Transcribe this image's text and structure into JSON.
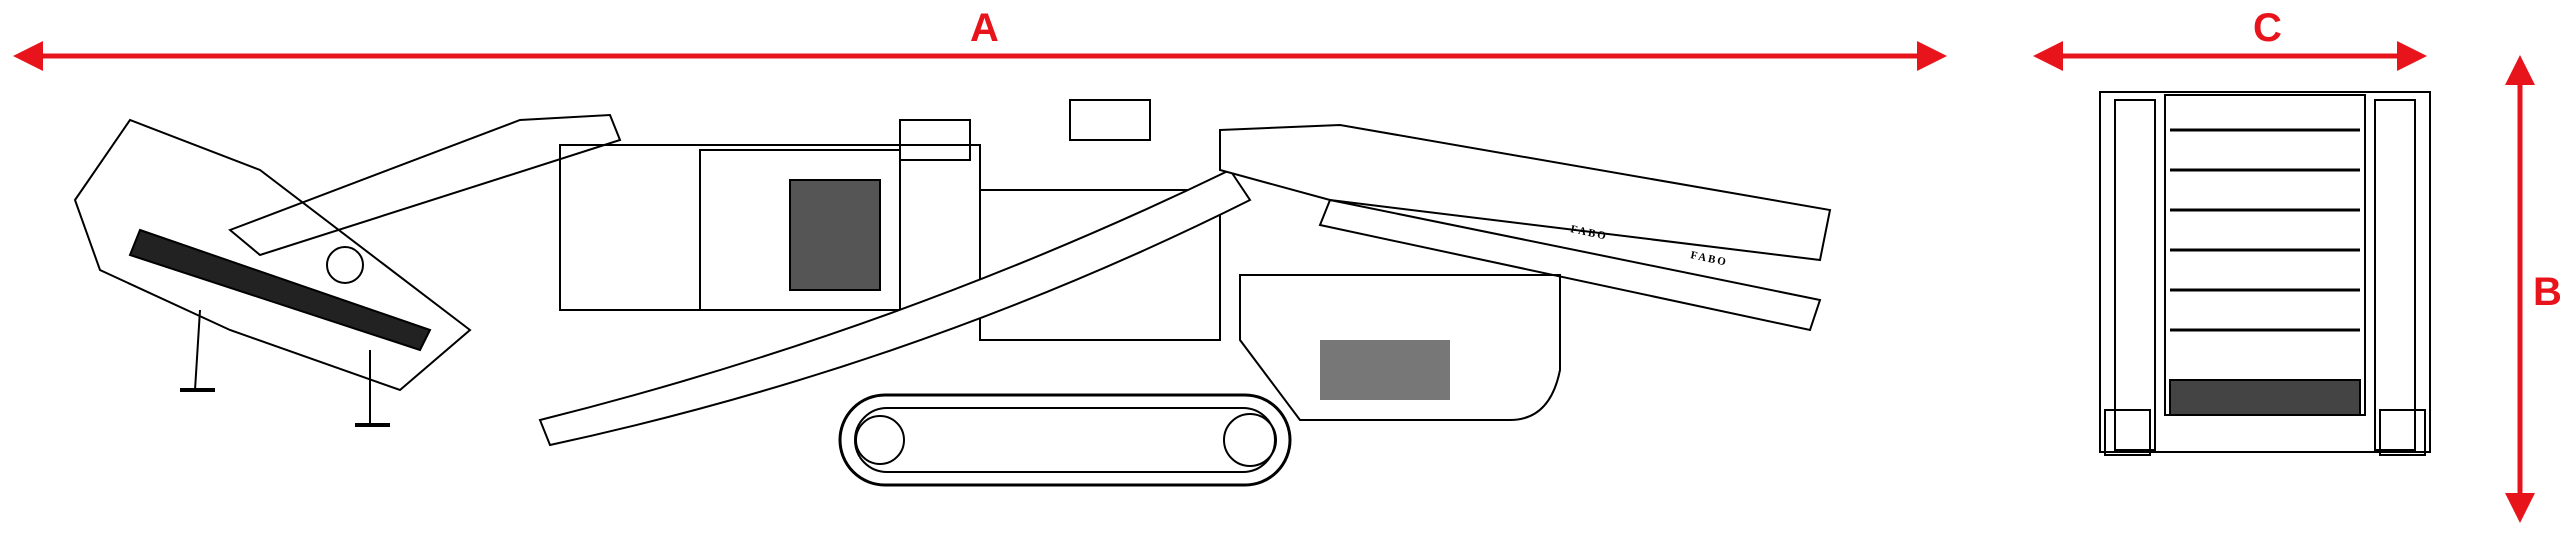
{
  "dimensions": {
    "length_label": "A",
    "height_label": "B",
    "width_label": "C"
  },
  "branding": {
    "logo_text": "FABO"
  },
  "colors": {
    "dimension": "#e8141b",
    "line": "#000000"
  }
}
